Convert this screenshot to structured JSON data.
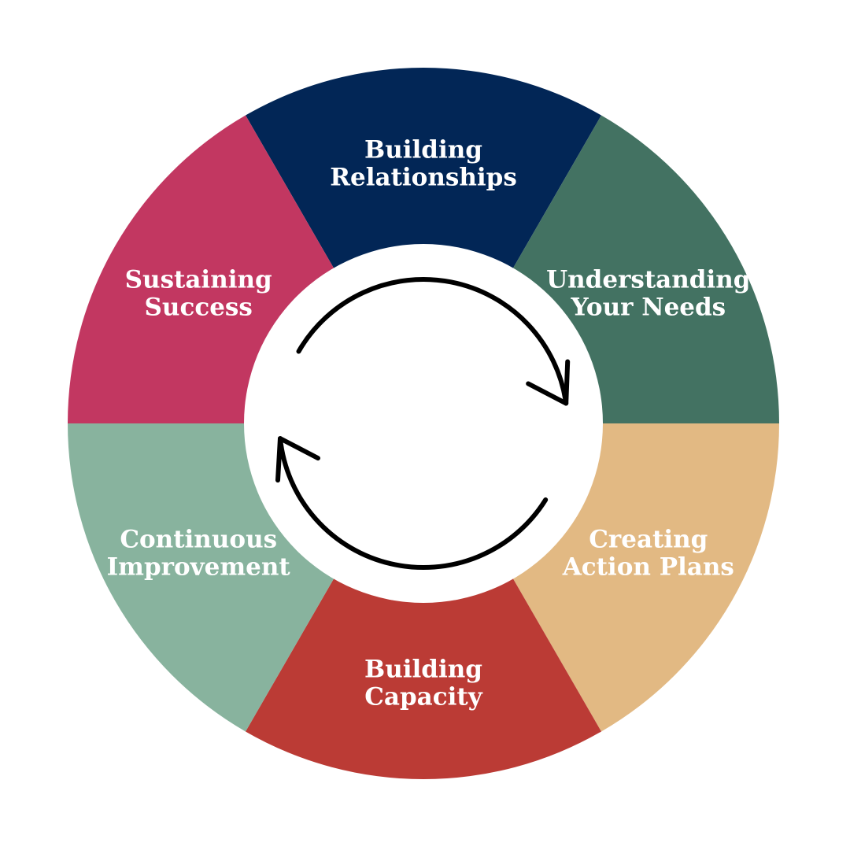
{
  "diagram": {
    "background_color": "#ffffff",
    "center_color": "#ffffff",
    "arrow_color": "#000000",
    "segments": [
      {
        "label_line1": "Building",
        "label_line2": "Relationships",
        "color": "#022656",
        "text_color": "#ffffff"
      },
      {
        "label_line1": "Understanding",
        "label_line2": "Your Needs",
        "color": "#437262",
        "text_color": "#ffffff"
      },
      {
        "label_line1": "Creating",
        "label_line2": "Action Plans",
        "color": "#e2b983",
        "text_color": "#ffffff"
      },
      {
        "label_line1": "Building",
        "label_line2": "Capacity",
        "color": "#bb3b35",
        "text_color": "#ffffff"
      },
      {
        "label_line1": "Continuous",
        "label_line2": "Improvement",
        "color": "#88b39e",
        "text_color": "#ffffff"
      },
      {
        "label_line1": "Sustaining",
        "label_line2": "Success",
        "color": "#c23761",
        "text_color": "#ffffff"
      }
    ],
    "arrows": [
      {
        "name": "top-right",
        "direction": "clockwise"
      },
      {
        "name": "bottom-left",
        "direction": "clockwise"
      }
    ]
  }
}
